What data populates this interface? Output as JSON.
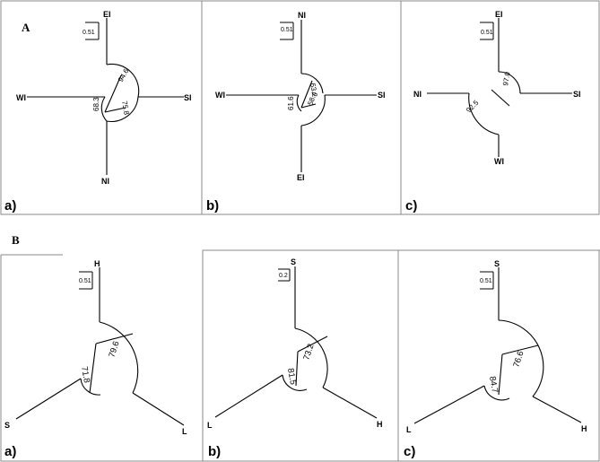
{
  "sectionA": {
    "label": "A",
    "panels": [
      {
        "label": "a)",
        "scale": "0.51",
        "leaves": [
          "EI",
          "WI",
          "SI",
          "NI"
        ],
        "bootstrap": [
          "94.6",
          "68.3",
          "75.8"
        ]
      },
      {
        "label": "b)",
        "scale": "0.51",
        "leaves": [
          "NI",
          "WI",
          "SI",
          "EI"
        ],
        "bootstrap": [
          "63.2",
          "61.6",
          "58.4"
        ]
      },
      {
        "label": "c)",
        "scale": "0.51",
        "leaves": [
          "EI",
          "NI",
          "SI",
          "WI"
        ],
        "bootstrap": [
          "97.0",
          "92.5"
        ]
      }
    ]
  },
  "sectionB": {
    "label": "B",
    "panels": [
      {
        "label": "a)",
        "scale": "0.51",
        "leaves": [
          "H",
          "S",
          "L"
        ],
        "bootstrap": [
          "79.6",
          "71.8"
        ]
      },
      {
        "label": "b)",
        "scale": "0.2",
        "leaves": [
          "S",
          "L",
          "H"
        ],
        "bootstrap": [
          "73.2",
          "81.5"
        ]
      },
      {
        "label": "c)",
        "scale": "0.51",
        "leaves": [
          "S",
          "L",
          "H"
        ],
        "bootstrap": [
          "76.6",
          "84.7"
        ]
      }
    ]
  },
  "colors": {
    "line": "#000000",
    "border": "#8a8a8a"
  }
}
